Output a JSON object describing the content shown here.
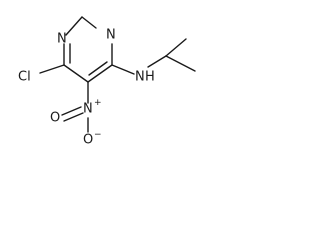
{
  "molecule": {
    "name": "",
    "atoms": {
      "n_ring_top": "N",
      "n_ring_right": "N",
      "chlorine": "Cl",
      "amine": "N",
      "amine_h": "H",
      "nitro_n": "N",
      "nitro_n_charge": "+",
      "nitro_o_bottom": "O",
      "nitro_o_bottom_charge": "−",
      "nitro_o_left": "O"
    }
  }
}
